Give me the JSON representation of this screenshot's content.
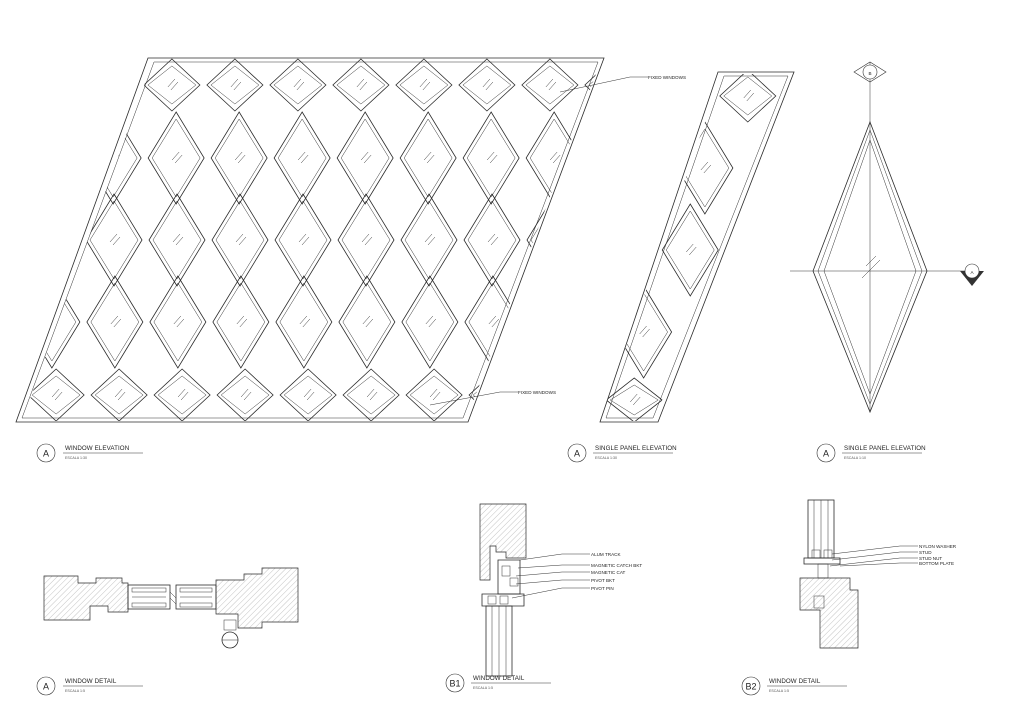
{
  "callouts": {
    "fixed_top": "FIXED WINDOWS",
    "fixed_bottom": "FIXED WINDOWS",
    "b1": [
      "ALUM TRACK",
      "MAGNETIC CATCH BKT",
      "MAGNETIC CAT",
      "PIVOT BKT",
      "PIVOT PIN"
    ],
    "b2": [
      "NYLON WASHER",
      "STUD",
      "STUD NUT",
      "BOTTOM PLATE"
    ]
  },
  "section_markers": {
    "top": "B",
    "right": "A"
  },
  "titles": [
    {
      "tag": "A",
      "title": "WINDOW ELEVATION",
      "scale": "ESCALA  1:30"
    },
    {
      "tag": "A",
      "title": "SINGLE PANEL ELEVATION",
      "scale": "ESCALA  1:30"
    },
    {
      "tag": "A",
      "title": "SINGLE PANEL ELEVATION",
      "scale": "ESCALA  1:10"
    },
    {
      "tag": "A",
      "title": "WINDOW DETAIL",
      "scale": "ESCALA  1:5"
    },
    {
      "tag": "B1",
      "title": "WINDOW DETAIL",
      "scale": "ESCALA  1:5"
    },
    {
      "tag": "B2",
      "title": "WINDOW DETAIL",
      "scale": "ESCALA  1:5"
    }
  ]
}
